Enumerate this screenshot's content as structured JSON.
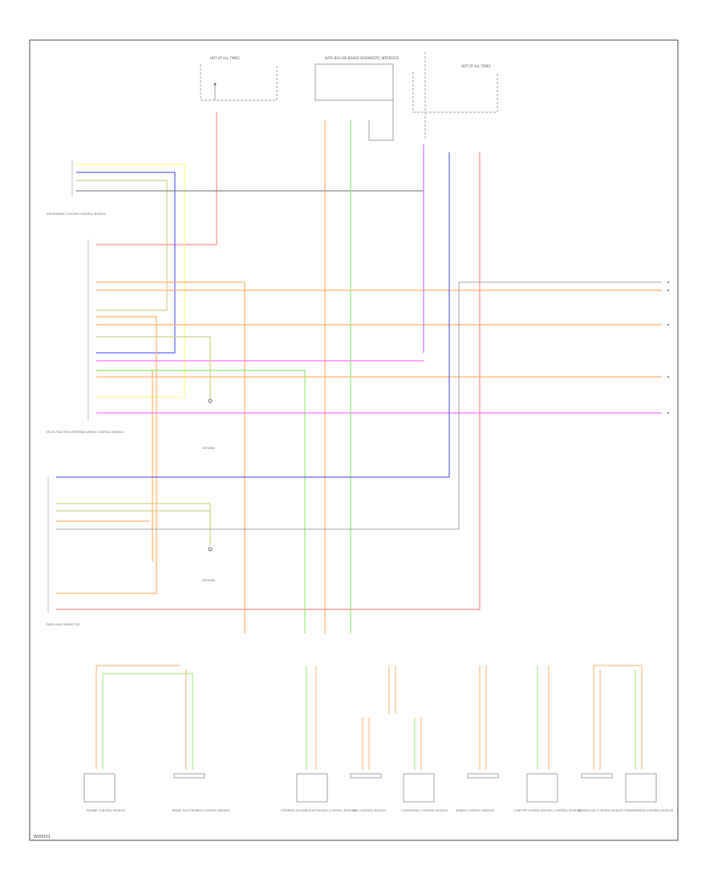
{
  "footer_code": "W00001",
  "wire_colors": {
    "red": "#ff8c8c",
    "orange": "#ffb266",
    "yellow": "#ffff80",
    "blue": "#6060ff",
    "violet": "#d070ff",
    "pink": "#ff70ff",
    "green": "#90ee70",
    "olive": "#d0d080",
    "gray": "#888888"
  },
  "top_components": [
    {
      "id": "fuse-box-left",
      "label": "HOT AT ALL TIMES"
    },
    {
      "id": "gateway",
      "label": "DATA BUS ON BOARD DIAGNOSTIC INTERFACE"
    },
    {
      "id": "fuse-box-right",
      "label": "HOT AT ALL TIMES"
    }
  ],
  "connector_labels": [
    {
      "id": "c1",
      "label": "INSTRUMENT CLUSTER CONTROL MODULE"
    },
    {
      "id": "c2",
      "label": "MULTI-FUNCTION STEERING WHEEL CONTROL MODULE"
    },
    {
      "id": "c3",
      "label": "DATA LINK CONNECTOR"
    }
  ],
  "ground_labels": [
    "GROUND",
    "GROUND"
  ],
  "bottom_modules": [
    "ENGINE CONTROL MODULE",
    "BRAKE ELECTRONICS CONTROL MODULE",
    "STEERING COLUMN ELECTRONICS CONTROL MODULE",
    "ABS CONTROL MODULE",
    "CLIMATRONIC CONTROL MODULE",
    "AIRBAG CONTROL MODULE",
    "COMFORT SYSTEM CENTRAL CONTROL MODULE",
    "PARKING AID CONTROL MODULE",
    "TRANSMISSION CONTROL MODULE"
  ]
}
